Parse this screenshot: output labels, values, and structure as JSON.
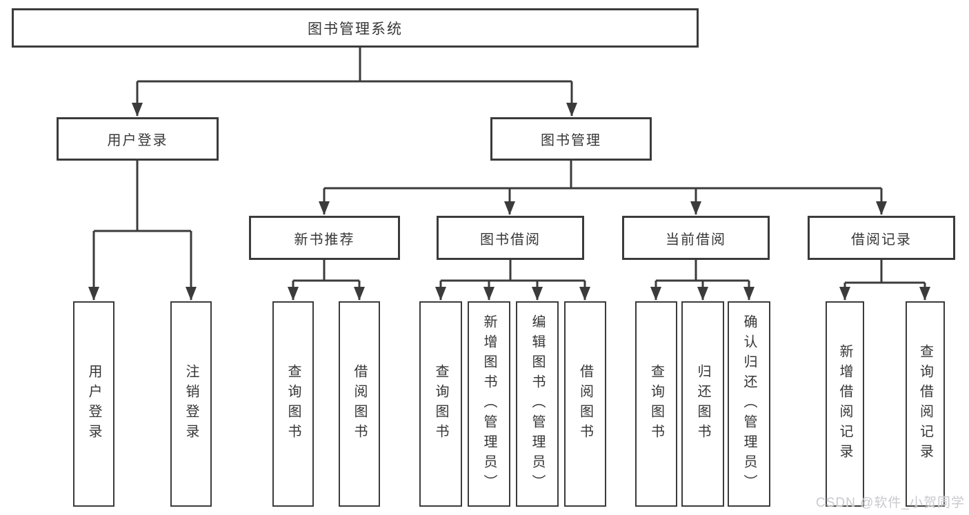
{
  "diagram": {
    "line_color": "#3b3b3b",
    "box_border_color": "#3b3b3b",
    "text_color": "#363636",
    "background_color": "#ffffff"
  },
  "tree": {
    "root": {
      "label": "图书管理系统"
    },
    "branches": [
      {
        "label": "用户登录",
        "children": [
          {
            "label": "用户登录"
          },
          {
            "label": "注销登录"
          }
        ]
      },
      {
        "label": "图书管理",
        "children": [
          {
            "label": "新书推荐",
            "children": [
              {
                "label": "查询图书"
              },
              {
                "label": "借阅图书"
              }
            ]
          },
          {
            "label": "图书借阅",
            "children": [
              {
                "label": "查询图书"
              },
              {
                "label": "新增图书（管理员）"
              },
              {
                "label": "编辑图书（管理员）"
              },
              {
                "label": "借阅图书"
              }
            ]
          },
          {
            "label": "当前借阅",
            "children": [
              {
                "label": "查询图书"
              },
              {
                "label": "归还图书"
              },
              {
                "label": "确认归还（管理员）"
              }
            ]
          },
          {
            "label": "借阅记录",
            "children": [
              {
                "label": "新增借阅记录"
              },
              {
                "label": "查询借阅记录"
              }
            ]
          }
        ]
      }
    ]
  },
  "watermark": {
    "text": "CSDN @软件_小贺同学"
  }
}
